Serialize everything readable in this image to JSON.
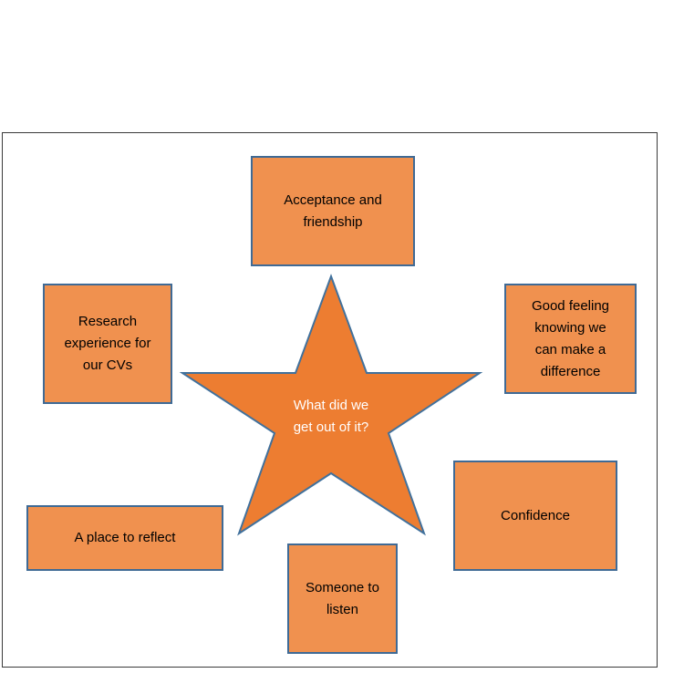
{
  "diagram": {
    "center_label": "What did we\nget out of it?",
    "nodes": [
      {
        "id": "acceptance",
        "label": "Acceptance and\nfriendship"
      },
      {
        "id": "research",
        "label": "Research\nexperience for\nour CVs"
      },
      {
        "id": "good-feeling",
        "label": "Good feeling\nknowing we\ncan make a\ndifference"
      },
      {
        "id": "confidence",
        "label": "Confidence"
      },
      {
        "id": "reflect",
        "label": "A place to reflect"
      },
      {
        "id": "listen",
        "label": "Someone to\nlisten"
      }
    ],
    "colors": {
      "star_fill": "#ed7d31",
      "star_stroke": "#41719c",
      "box_fill": "#f0914f",
      "box_stroke": "#3f6a95",
      "center_text": "#ffffff"
    }
  }
}
